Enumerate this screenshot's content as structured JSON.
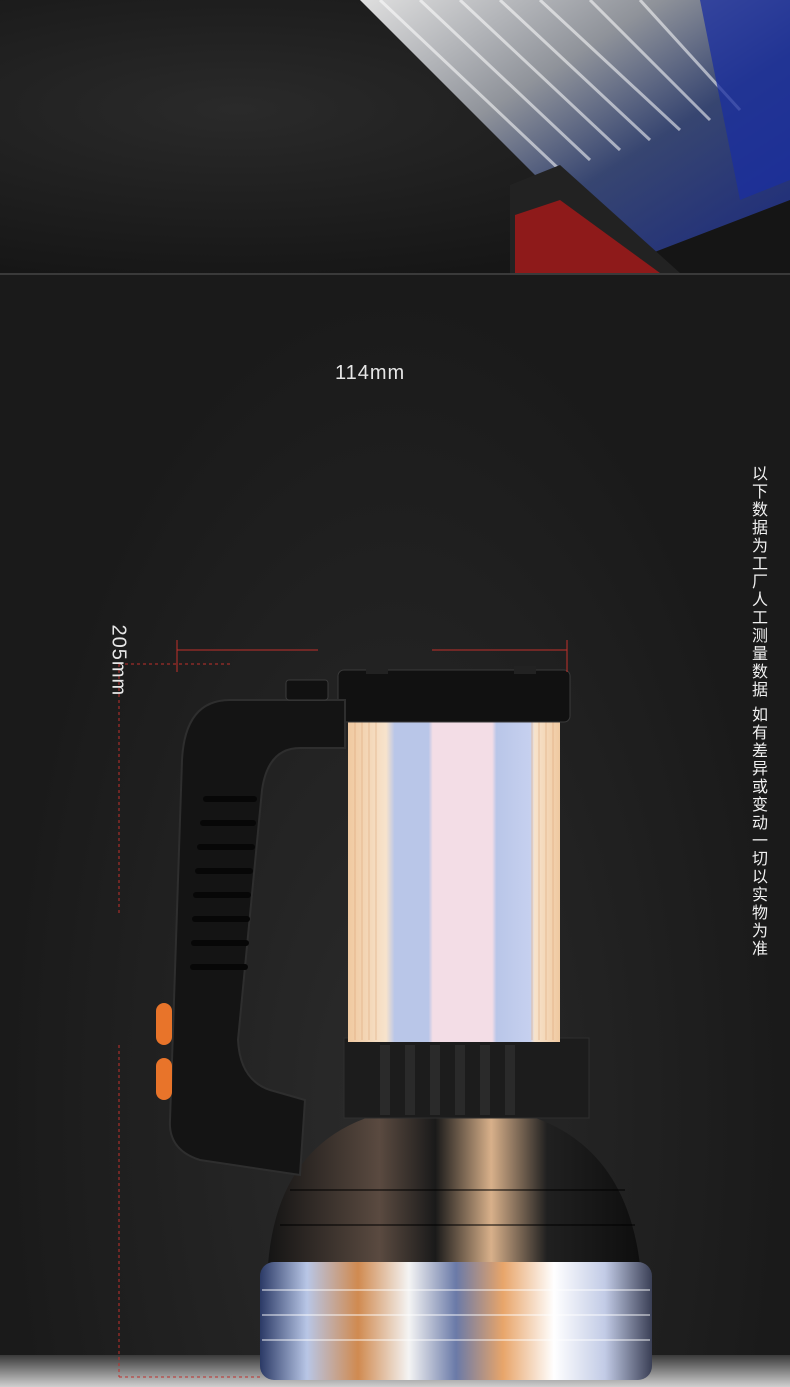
{
  "dimensions": {
    "width_label": "114mm",
    "height_label": "205mm"
  },
  "disclaimer": "以下数据为工厂人工测量数据 如有差异或变动一切以实物为准",
  "colors": {
    "background": "#1e1e1e",
    "dimension_line": "#c0302b",
    "text": "#e6e6e6"
  }
}
